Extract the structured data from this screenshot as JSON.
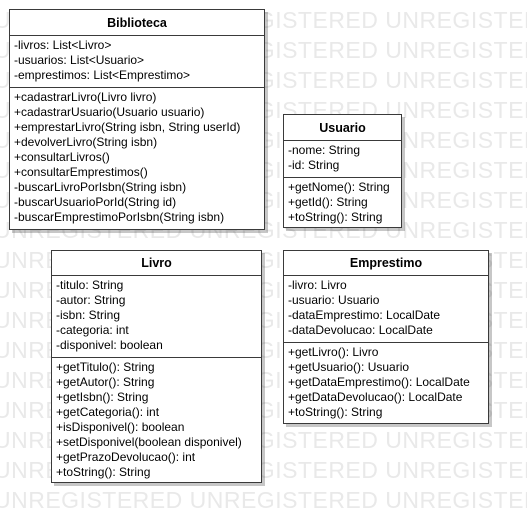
{
  "watermark": "UNREGISTERED UNREGISTERED UNREGISTERED",
  "classes": {
    "biblioteca": {
      "name": "Biblioteca",
      "attributes": [
        "-livros: List<Livro>",
        "-usuarios: List<Usuario>",
        "-emprestimos: List<Emprestimo>"
      ],
      "methods": [
        "+cadastrarLivro(Livro livro)",
        "+cadastrarUsuario(Usuario usuario)",
        "+emprestarLivro(String isbn, String userId)",
        "+devolverLivro(String isbn)",
        "+consultarLivros()",
        "+consultarEmprestimos()",
        "-buscarLivroPorIsbn(String isbn)",
        "-buscarUsuarioPorId(String id)",
        "-buscarEmprestimoPorIsbn(String isbn)"
      ]
    },
    "usuario": {
      "name": "Usuario",
      "attributes": [
        "-nome: String",
        "-id: String"
      ],
      "methods": [
        "+getNome(): String",
        "+getId(): String",
        "+toString(): String"
      ]
    },
    "livro": {
      "name": "Livro",
      "attributes": [
        "-titulo: String",
        "-autor: String",
        "-isbn: String",
        "-categoria: int",
        "-disponivel: boolean"
      ],
      "methods": [
        "+getTitulo(): String",
        "+getAutor(): String",
        "+getIsbn(): String",
        "+getCategoria(): int",
        "+isDisponivel(): boolean",
        "+setDisponivel(boolean disponivel)",
        "+getPrazoDevolucao(): int",
        "+toString(): String"
      ]
    },
    "emprestimo": {
      "name": "Emprestimo",
      "attributes": [
        "-livro: Livro",
        "-usuario: Usuario",
        "-dataEmprestimo: LocalDate",
        "-dataDevolucao: LocalDate"
      ],
      "methods": [
        "+getLivro(): Livro",
        "+getUsuario(): Usuario",
        "+getDataEmprestimo(): LocalDate",
        "+getDataDevolucao(): LocalDate",
        "+toString(): String"
      ]
    }
  }
}
